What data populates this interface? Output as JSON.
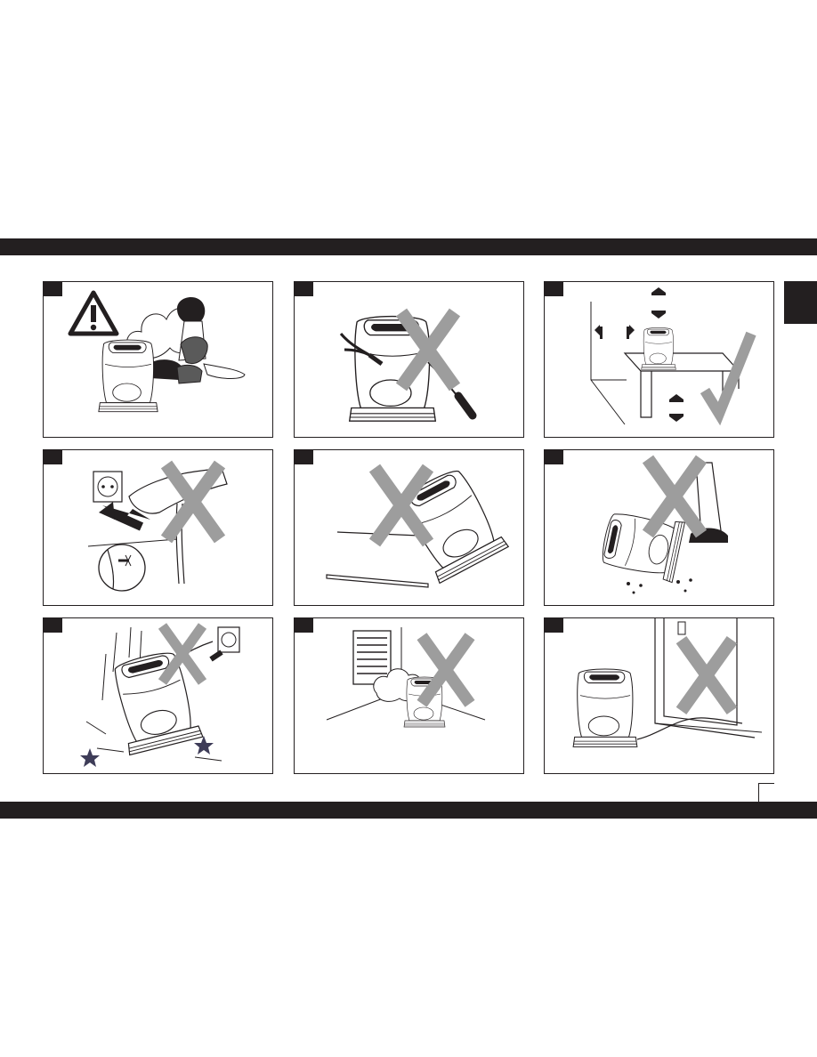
{
  "page": {
    "colors": {
      "ink": "#231f20",
      "cross": "#9d9d9d",
      "tick": "#9d9d9d",
      "background": "#ffffff"
    }
  },
  "panels": [
    {
      "id": 1,
      "icons": [
        "warning-triangle-icon",
        "humidifier-icon",
        "steam-cloud-icon",
        "woman-with-dog-icon"
      ],
      "verdict": "caution"
    },
    {
      "id": 2,
      "icons": [
        "humidifier-icon",
        "pliers-icon",
        "screwdriver-icon",
        "cross-mark-icon"
      ],
      "verdict": "prohibited"
    },
    {
      "id": 3,
      "icons": [
        "humidifier-icon",
        "table-icon",
        "clearance-arrows-icon",
        "check-mark-icon"
      ],
      "verdict": "correct"
    },
    {
      "id": 4,
      "icons": [
        "wall-socket-icon",
        "hand-unplugging-icon",
        "damaged-cord-icon",
        "cross-mark-icon"
      ],
      "verdict": "prohibited"
    },
    {
      "id": 5,
      "icons": [
        "humidifier-tilted-icon",
        "table-edge-icon",
        "cross-mark-icon"
      ],
      "verdict": "prohibited"
    },
    {
      "id": 6,
      "icons": [
        "humidifier-icon",
        "foot-kicking-icon",
        "water-splash-icon",
        "cross-mark-icon"
      ],
      "verdict": "prohibited"
    },
    {
      "id": 7,
      "icons": [
        "humidifier-falling-icon",
        "plug-socket-icon",
        "impact-star-icon",
        "cross-mark-icon"
      ],
      "verdict": "prohibited"
    },
    {
      "id": 8,
      "icons": [
        "air-vent-icon",
        "humidifier-icon",
        "steam-cloud-icon",
        "cross-mark-icon"
      ],
      "verdict": "prohibited"
    },
    {
      "id": 9,
      "icons": [
        "humidifier-icon",
        "door-icon",
        "cord-under-door-icon",
        "cross-mark-icon"
      ],
      "verdict": "prohibited"
    }
  ]
}
